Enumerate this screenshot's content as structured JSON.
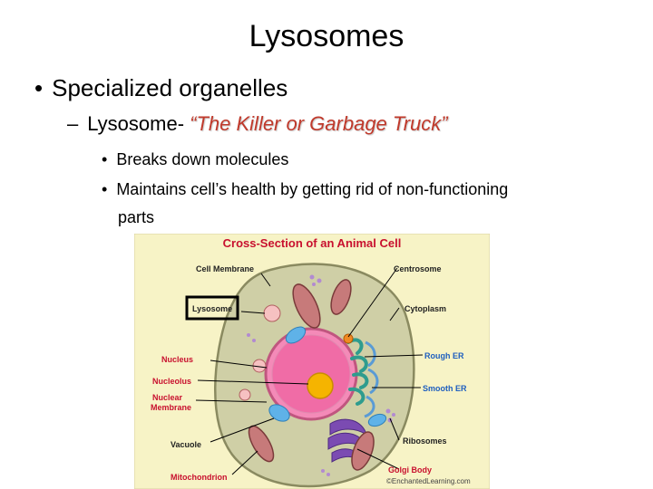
{
  "slide": {
    "title": "Lysosomes",
    "bullet_1": "Specialized organelles",
    "bullet_2_prefix": "Lysosome- ",
    "bullet_2_quote": "“The Killer or Garbage Truck”",
    "bullet_3": "Breaks down molecules",
    "bullet_4_line1": "Maintains cell’s health by getting rid of non-functioning",
    "bullet_4_line2": "parts",
    "markers": {
      "level1": "•",
      "level2": "–",
      "level3": "•"
    }
  },
  "diagram": {
    "title": "Cross-Section of an Animal Cell",
    "labels": {
      "cell_membrane": "Cell Membrane",
      "centrosome": "Centrosome",
      "lysosome": "Lysosome",
      "cytoplasm": "Cytoplasm",
      "nucleus": "Nucleus",
      "rough_er": "Rough ER",
      "nucleolus": "Nucleolus",
      "smooth_er": "Smooth ER",
      "nuclear_membrane_1": "Nuclear",
      "nuclear_membrane_2": "Membrane",
      "vacuole": "Vacuole",
      "ribosomes": "Ribosomes",
      "golgi_body": "Golgi Body",
      "mitochondrion": "Mitochondrion",
      "credit": "©EnchantedLearning.com"
    },
    "colors": {
      "background": "#f7f3c6",
      "title": "#c8102e",
      "cytoplasm": "#cfcfa6",
      "nucleus": "#f48ab8",
      "nucleolus": "#f5b400",
      "label_black": "#222222",
      "label_red": "#c8102e",
      "label_blue": "#1f5fbf",
      "lysosome_box": "#000000"
    }
  }
}
